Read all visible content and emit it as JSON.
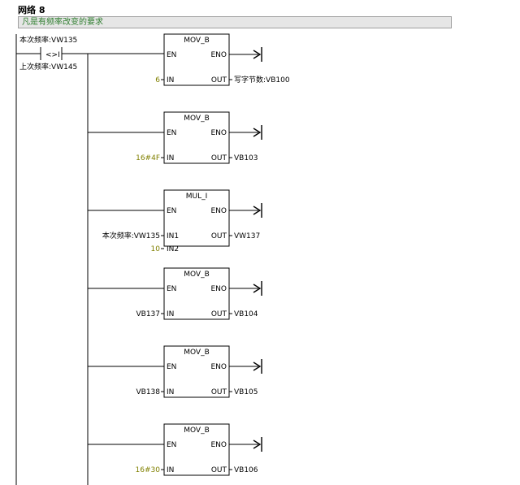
{
  "network": {
    "title": "网络 8"
  },
  "comment": {
    "text": "凡是有频率改变的要求"
  },
  "contact": {
    "operand_top": "本次频率:VW135",
    "operator": "<>I",
    "operand_bottom": "上次频率:VW145"
  },
  "blocks": [
    {
      "name": "MOV_B",
      "en": "EN",
      "eno": "ENO",
      "out": "OUT",
      "inputs": [
        {
          "pin": "IN",
          "value": "6",
          "const": true
        }
      ],
      "output_value": "写字节数:VB100"
    },
    {
      "name": "MOV_B",
      "en": "EN",
      "eno": "ENO",
      "out": "OUT",
      "inputs": [
        {
          "pin": "IN",
          "value": "16#4F",
          "const": true
        }
      ],
      "output_value": "VB103"
    },
    {
      "name": "MUL_I",
      "en": "EN",
      "eno": "ENO",
      "out": "OUT",
      "inputs": [
        {
          "pin": "IN1",
          "value": "本次频率:VW135",
          "const": false
        },
        {
          "pin": "IN2",
          "value": "10",
          "const": true
        }
      ],
      "output_value": "VW137"
    },
    {
      "name": "MOV_B",
      "en": "EN",
      "eno": "ENO",
      "out": "OUT",
      "inputs": [
        {
          "pin": "IN",
          "value": "VB137",
          "const": false
        }
      ],
      "output_value": "VB104"
    },
    {
      "name": "MOV_B",
      "en": "EN",
      "eno": "ENO",
      "out": "OUT",
      "inputs": [
        {
          "pin": "IN",
          "value": "VB138",
          "const": false
        }
      ],
      "output_value": "VB105"
    },
    {
      "name": "MOV_B",
      "en": "EN",
      "eno": "ENO",
      "out": "OUT",
      "inputs": [
        {
          "pin": "IN",
          "value": "16#30",
          "const": true
        }
      ],
      "output_value": "VB106"
    }
  ]
}
